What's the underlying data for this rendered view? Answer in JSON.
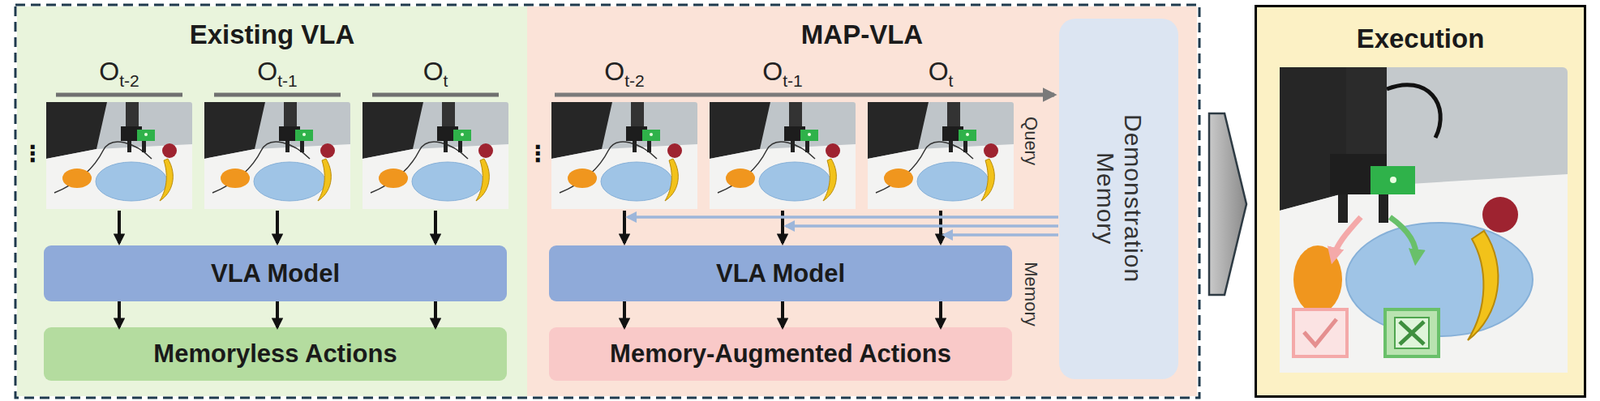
{
  "diagram": {
    "nodes": [
      {
        "text": [
          "Existing VLA"
        ]
      },
      {
        "text": [
          "VLA Model"
        ],
        "in": 0
      },
      {
        "text": [
          "Memoryless Actions"
        ],
        "in": 0
      },
      {
        "text": [
          "MAP-VLA"
        ]
      },
      {
        "text": [
          "VLA Model"
        ],
        "in": 3
      },
      {
        "text": [
          "Memory-Augmented Actions"
        ],
        "in": 3
      },
      {
        "text": [
          "Demonstration Memory"
        ],
        "in": 3
      },
      {
        "text": [
          "Execution"
        ]
      }
    ],
    "edges": [
      {
        "from": 1,
        "to": 2,
        "arrow": "to"
      },
      {
        "from": 1,
        "to": 2,
        "arrow": "to"
      },
      {
        "from": 1,
        "to": 2,
        "arrow": "to"
      },
      {
        "from": 4,
        "to": 5,
        "arrow": "to"
      },
      {
        "from": 4,
        "to": 5,
        "arrow": "to"
      },
      {
        "from": 4,
        "to": 5,
        "arrow": "to"
      }
    ],
    "labels": [
      "O",
      "t-2",
      "O",
      "t-1",
      "O",
      "t",
      "⋮",
      "O",
      "t-2",
      "O",
      "t-1",
      "O",
      "t",
      "⋮",
      "Query",
      "Memory"
    ]
  }
}
